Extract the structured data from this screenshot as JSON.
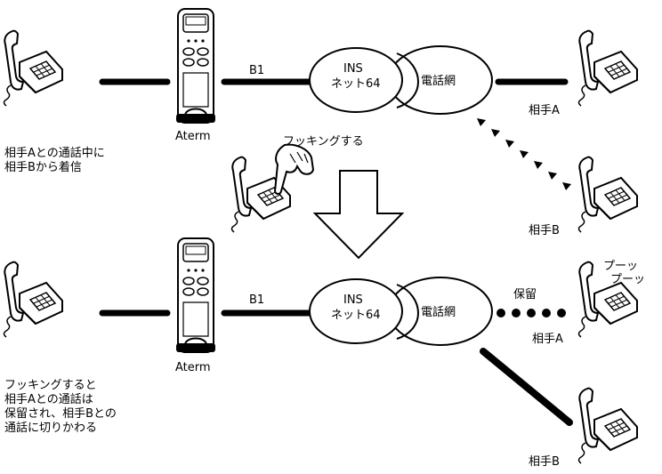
{
  "top": {
    "router_label": "Aterm",
    "channel_label": "B1",
    "ins_line1": "INS",
    "ins_line2": "ネット64",
    "net_label": "電話網",
    "party_a": "相手A",
    "party_b": "相手B",
    "note": "相手Aとの通話中に\n相手Bから着信"
  },
  "middle": {
    "action_label": "フッキングする"
  },
  "bottom": {
    "router_label": "Aterm",
    "channel_label": "B1",
    "ins_line1": "INS",
    "ins_line2": "ネット64",
    "net_label": "電話網",
    "hold_label": "保留",
    "tone_line1": "プーッ",
    "tone_line2": "プーッ",
    "party_a": "相手A",
    "party_b": "相手B",
    "note": "フッキングすると\n相手Aとの通話は\n保留され、相手Bとの\n通話に切りかわる"
  }
}
